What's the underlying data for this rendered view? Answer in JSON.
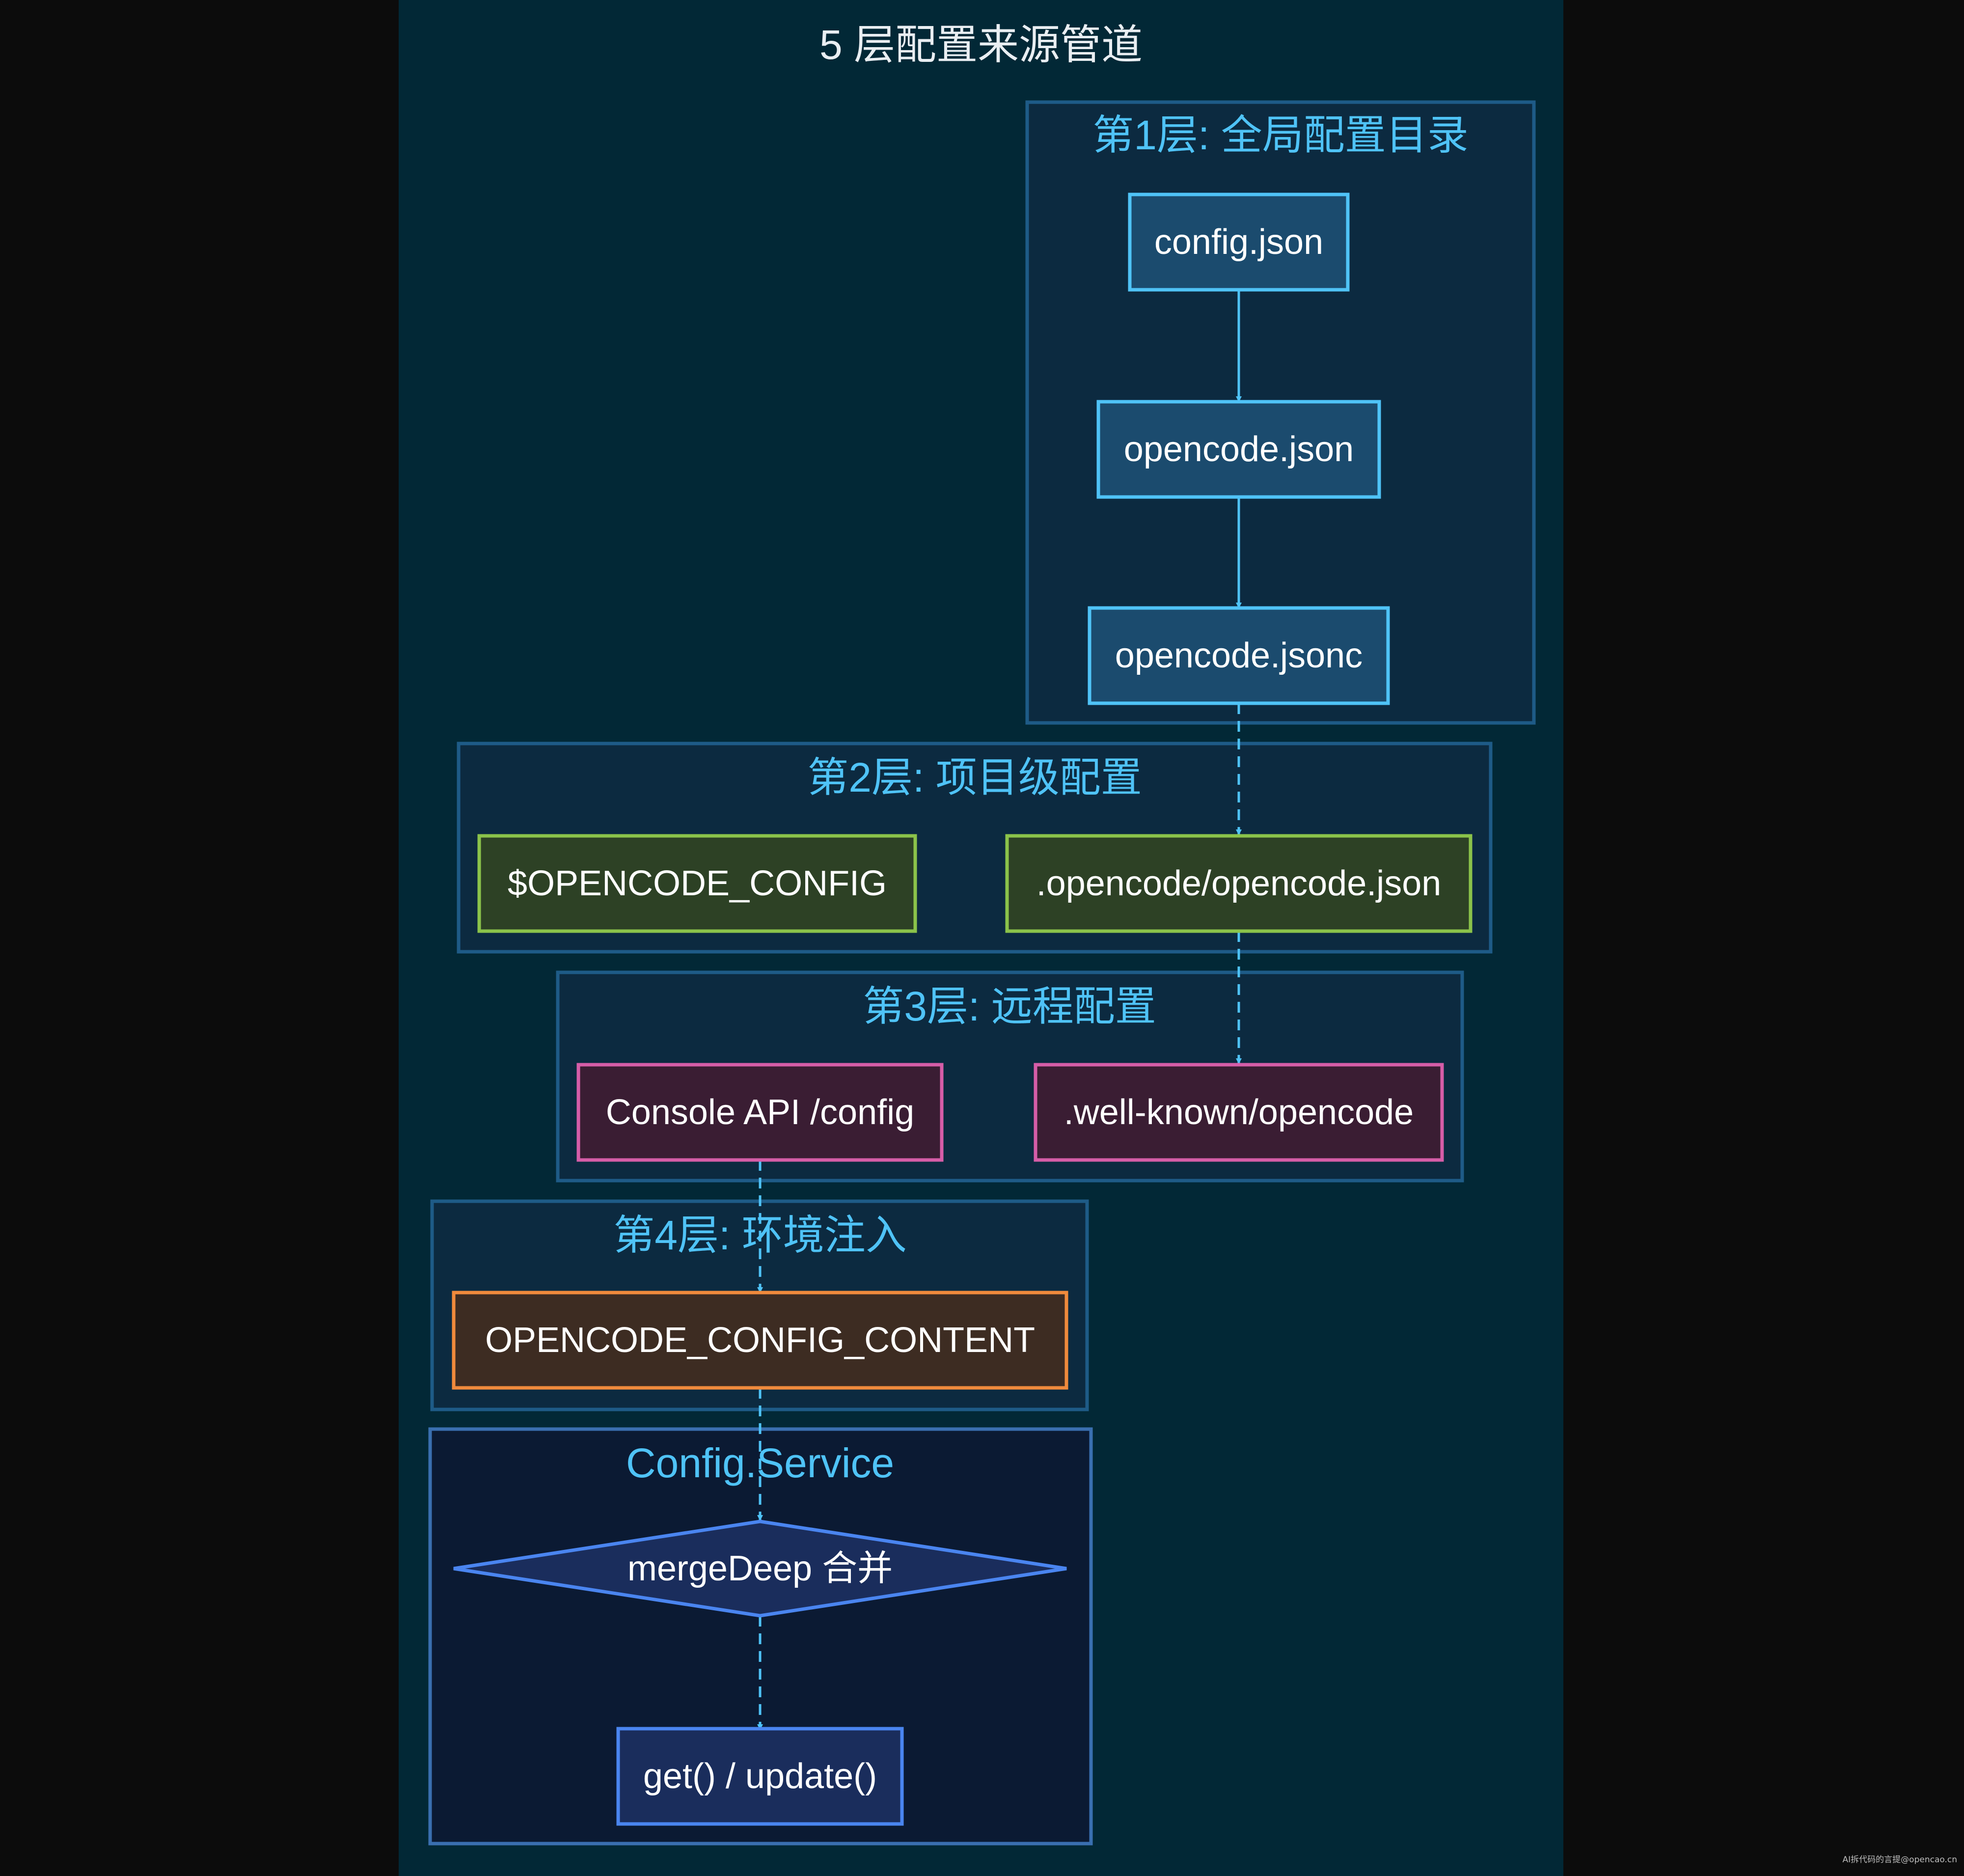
{
  "diagram": {
    "title": "5 层配置来源管道",
    "groups": {
      "layer1": "第1层: 全局配置目录",
      "layer2": "第2层: 项目级配置",
      "layer3": "第3层: 远程配置",
      "layer4": "第4层: 环境注入",
      "service": "Config.Service"
    },
    "nodes": {
      "config_json": "config.json",
      "opencode_json": "opencode.json",
      "opencode_jsonc": "opencode.jsonc",
      "opencode_config_env": "$OPENCODE_CONFIG",
      "project_opencode_json": ".opencode/opencode.json",
      "console_api": "Console API /config",
      "well_known": ".well-known/opencode",
      "config_content": "OPENCODE_CONFIG_CONTENT",
      "merge_deep": "mergeDeep 合并",
      "get_update": "get() / update()"
    },
    "edges": [
      {
        "from": "config.json",
        "to": "opencode.json",
        "style": "solid"
      },
      {
        "from": "opencode.json",
        "to": "opencode.jsonc",
        "style": "solid"
      },
      {
        "from": "opencode.jsonc",
        "to": ".opencode/opencode.json",
        "style": "dashed"
      },
      {
        "from": ".opencode/opencode.json",
        "to": ".well-known/opencode",
        "style": "dashed"
      },
      {
        "from": "Console API /config",
        "to": "OPENCODE_CONFIG_CONTENT",
        "style": "dashed"
      },
      {
        "from": "OPENCODE_CONFIG_CONTENT",
        "to": "mergeDeep 合并",
        "style": "dashed"
      },
      {
        "from": "mergeDeep 合并",
        "to": "get() / update()",
        "style": "dashed"
      }
    ]
  },
  "colors": {
    "page_background": "#0c0c0c",
    "canvas_background": "#022836",
    "group_fill": "#0c2a40",
    "group_stroke": "#1e5b87",
    "service_fill": "#0b1a33",
    "service_stroke": "#3a6fb0",
    "layer1_node_fill": "#1b4b6e",
    "layer1_node_stroke": "#4fc3f7",
    "layer2_node_fill": "#2d4125",
    "layer2_node_stroke": "#8bc34a",
    "layer3_node_fill": "#3a1d33",
    "layer3_node_stroke": "#d65da8",
    "layer4_node_fill": "#3d2c22",
    "layer4_node_stroke": "#f08a3c",
    "service_node_fill": "#1a2d5c",
    "service_node_stroke": "#4a85f0",
    "edge": "#4fc3f7",
    "title_text": "#e9eef2",
    "group_title_text": "#4fc3f7",
    "node_text": "#ffffff"
  },
  "watermark": "AI拆代码的言提@opencao.cn"
}
